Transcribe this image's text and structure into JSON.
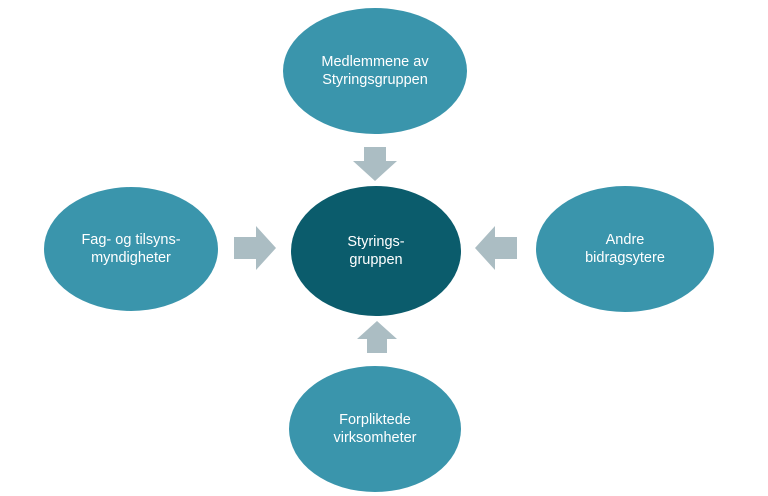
{
  "diagram": {
    "colors": {
      "outer_node": "#3a95ac",
      "center_node": "#0b5c6c",
      "arrow": "#abbdc3"
    },
    "nodes": {
      "top": {
        "lines": [
          "Medlemmene av",
          "Styringsgruppen"
        ]
      },
      "left": {
        "lines": [
          "Fag- og tilsyns-",
          "myndigheter"
        ]
      },
      "center": {
        "lines": [
          "Styrings-",
          "gruppen"
        ]
      },
      "right": {
        "lines": [
          "Andre",
          "bidragsytere"
        ]
      },
      "bottom": {
        "lines": [
          "Forpliktede",
          "virksomheter"
        ]
      }
    },
    "arrows": [
      {
        "from": "top",
        "to": "center",
        "direction": "down"
      },
      {
        "from": "left",
        "to": "center",
        "direction": "right"
      },
      {
        "from": "right",
        "to": "center",
        "direction": "left"
      },
      {
        "from": "bottom",
        "to": "center",
        "direction": "up"
      }
    ]
  }
}
